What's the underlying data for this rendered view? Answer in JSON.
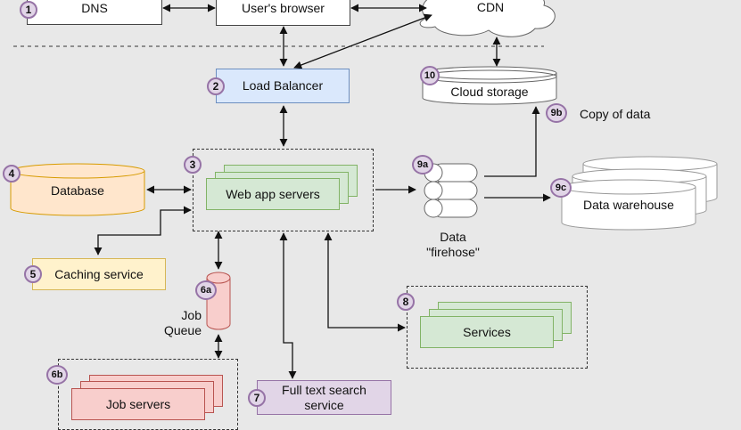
{
  "nodes": {
    "dns": "DNS",
    "browser": "User's browser",
    "cdn": "CDN",
    "load_balancer": "Load Balancer",
    "cloud_storage": "Cloud storage",
    "copy_of_data": "Copy of data",
    "database": "Database",
    "web_app_servers": "Web app servers",
    "data_firehose": "Data\n\"firehose\"",
    "data_warehouse": "Data warehouse",
    "caching_service": "Caching service",
    "job_queue": "Job\nQueue",
    "services": "Services",
    "job_servers": "Job servers",
    "full_text_search": "Full text search\nservice"
  },
  "badges": {
    "dns": "1",
    "load_balancer": "2",
    "web_app_servers": "3",
    "database": "4",
    "caching_service": "5",
    "job_queue": "6a",
    "job_servers": "6b",
    "full_text_search": "7",
    "services": "8",
    "data_firehose": "9a",
    "copy_of_data": "9b",
    "data_warehouse": "9c",
    "cloud_storage": "10"
  },
  "colors": {
    "client": "#ffffff",
    "load_balancer": "#dae8fc",
    "database": "#ffe6cc",
    "caching": "#fff2cc",
    "search": "#e1d5e7",
    "web_services": "#d5e8d4",
    "queue_jobs": "#f8cecc",
    "badge": "#e1d5e7"
  }
}
